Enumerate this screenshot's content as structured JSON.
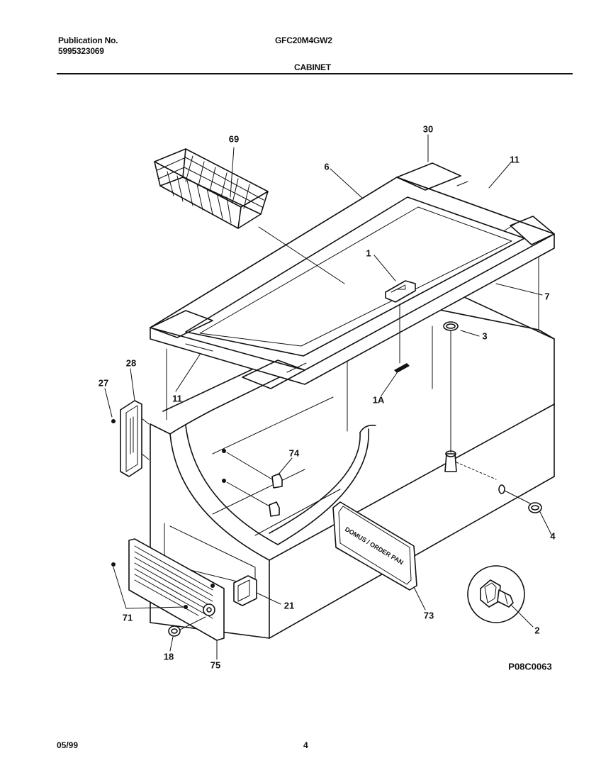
{
  "header": {
    "publication_label": "Publication No.",
    "publication_number": "5995323069",
    "model": "GFC20M4GW2",
    "section_title": "CABINET"
  },
  "diagram_code": "P08C0063",
  "plate_text": "DOMUS / ORDER PAN",
  "callouts": {
    "c69": "69",
    "c30": "30",
    "c11a": "11",
    "c6": "6",
    "c1": "1",
    "c7": "7",
    "c3": "3",
    "c1a": "1A",
    "c11b": "11",
    "c28": "28",
    "c27": "27",
    "c74": "74",
    "c4": "4",
    "c21": "21",
    "c73": "73",
    "c71": "71",
    "c2": "2",
    "c18": "18",
    "c75": "75"
  },
  "footer": {
    "date": "05/99",
    "page": "4"
  }
}
